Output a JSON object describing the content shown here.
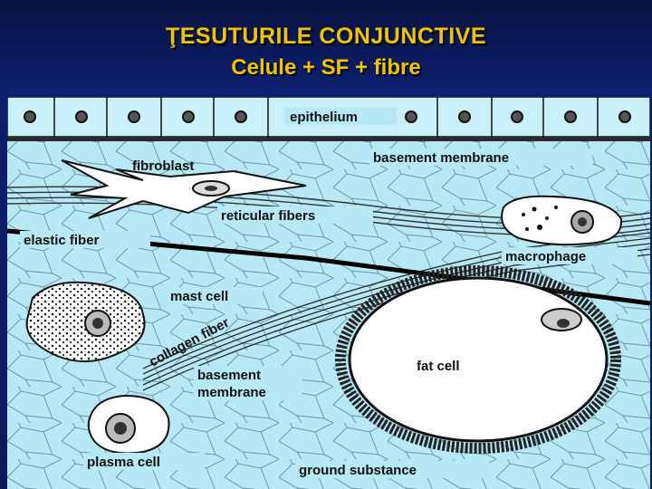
{
  "slide": {
    "title_line1": "ŢESUTURILE  CONJUNCTIVE",
    "title_line2": "Celule + SF  +   fibre"
  },
  "colors": {
    "title": "#f2c400",
    "background": "#0b1a5c",
    "tissue": "#b6e8f6",
    "outline": "#111111"
  },
  "figure": {
    "labels": {
      "epithelium": "epithelium",
      "fibroblast": "fibroblast",
      "basement_membrane_top": "basement membrane",
      "reticular_fibers": "reticular fibers",
      "elastic_fiber": "elastic fiber",
      "macrophage": "macrophage",
      "mast_cell": "mast cell",
      "collagen_fiber": "collagen fiber",
      "basement_membrane_bottom_1": "basement",
      "basement_membrane_bottom_2": "membrane",
      "fat_cell": "fat cell",
      "plasma_cell": "plasma cell",
      "ground_substance": "ground substance"
    }
  }
}
